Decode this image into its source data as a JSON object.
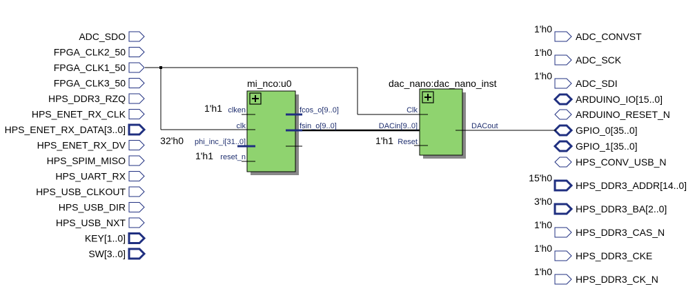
{
  "inputs": [
    {
      "name": "ADC_SDO",
      "bus": false
    },
    {
      "name": "FPGA_CLK2_50",
      "bus": false
    },
    {
      "name": "FPGA_CLK1_50",
      "bus": false
    },
    {
      "name": "FPGA_CLK3_50",
      "bus": false
    },
    {
      "name": "HPS_DDR3_RZQ",
      "bus": false
    },
    {
      "name": "HPS_ENET_RX_CLK",
      "bus": false
    },
    {
      "name": "HPS_ENET_RX_DATA[3..0]",
      "bus": true
    },
    {
      "name": "HPS_ENET_RX_DV",
      "bus": false
    },
    {
      "name": "HPS_SPIM_MISO",
      "bus": false
    },
    {
      "name": "HPS_UART_RX",
      "bus": false
    },
    {
      "name": "HPS_USB_CLKOUT",
      "bus": false
    },
    {
      "name": "HPS_USB_DIR",
      "bus": false
    },
    {
      "name": "HPS_USB_NXT",
      "bus": false
    },
    {
      "name": "KEY[1..0]",
      "bus": true
    },
    {
      "name": "SW[3..0]",
      "bus": true
    }
  ],
  "outputs": [
    {
      "name": "ADC_CONVST",
      "const": "1'h0",
      "kind": "out",
      "bus": false
    },
    {
      "name": "ADC_SCK",
      "const": "1'h0",
      "kind": "out",
      "bus": false
    },
    {
      "name": "ADC_SDI",
      "const": "1'h0",
      "kind": "out",
      "bus": false
    },
    {
      "name": "ARDUINO_IO[15..0]",
      "const": "",
      "kind": "bidir",
      "bus": true
    },
    {
      "name": "ARDUINO_RESET_N",
      "const": "",
      "kind": "bidir",
      "bus": false
    },
    {
      "name": "GPIO_0[35..0]",
      "const": "",
      "kind": "bidir",
      "bus": true
    },
    {
      "name": "GPIO_1[35..0]",
      "const": "",
      "kind": "bidir",
      "bus": true
    },
    {
      "name": "HPS_CONV_USB_N",
      "const": "",
      "kind": "bidir",
      "bus": false
    },
    {
      "name": "HPS_DDR3_ADDR[14..0]",
      "const": "15'h0",
      "kind": "out",
      "bus": true
    },
    {
      "name": "HPS_DDR3_BA[2..0]",
      "const": "3'h0",
      "kind": "out",
      "bus": true
    },
    {
      "name": "HPS_DDR3_CAS_N",
      "const": "1'h0",
      "kind": "out",
      "bus": false
    },
    {
      "name": "HPS_DDR3_CKE",
      "const": "1'h0",
      "kind": "out",
      "bus": false
    },
    {
      "name": "HPS_DDR3_CK_N",
      "const": "1'h0",
      "kind": "out",
      "bus": false
    }
  ],
  "nco": {
    "title": "mi_nco:u0",
    "in_ports": [
      {
        "name": "clken",
        "const": "1'h1"
      },
      {
        "name": "clk",
        "const": ""
      },
      {
        "name": "phi_inc_i[31..0]",
        "const": "32'h0"
      },
      {
        "name": "reset_n",
        "const": "1'h1"
      }
    ],
    "out_ports": [
      "fcos_o[9..0]",
      "fsin_o[9..0]"
    ]
  },
  "dac": {
    "title": "dac_nano:dac_nano_inst",
    "in_ports": [
      {
        "name": "Clk",
        "const": ""
      },
      {
        "name": "DACin[9..0]",
        "const": ""
      },
      {
        "name": "Reset",
        "const": "1'h1"
      }
    ],
    "out_port": "DACout"
  },
  "colors": {
    "block_fill": "#8fd36f",
    "port_stroke": "#1f2f80",
    "pin_text": "#1f2f6f"
  }
}
